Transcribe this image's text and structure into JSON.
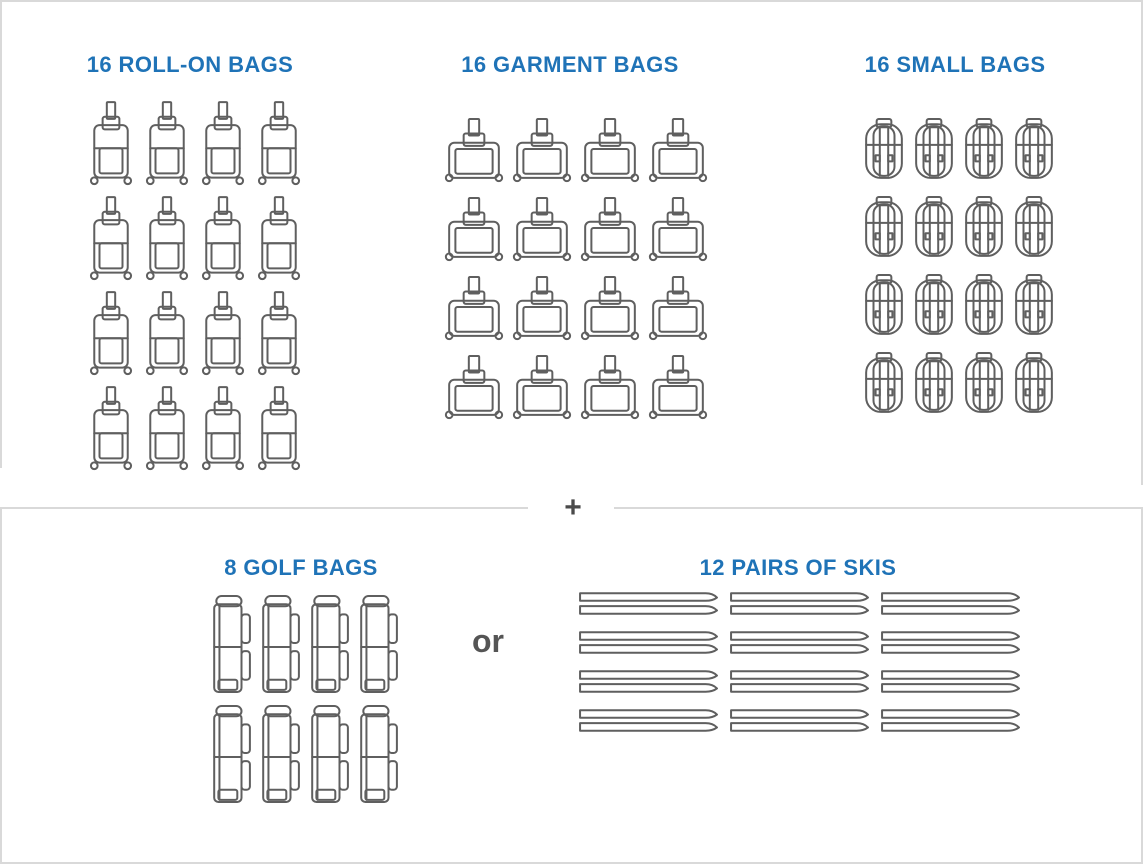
{
  "sections": {
    "rollon": {
      "title": "16 ROLL-ON BAGS",
      "count": 16,
      "icon": "roll-on-bag-icon"
    },
    "garment": {
      "title": "16 GARMENT BAGS",
      "count": 16,
      "icon": "garment-bag-icon"
    },
    "small": {
      "title": "16 SMALL BAGS",
      "count": 16,
      "icon": "backpack-icon"
    },
    "golf": {
      "title": "8 GOLF BAGS",
      "count": 8,
      "icon": "golf-bag-icon"
    },
    "skis": {
      "title": "12 PAIRS OF SKIS",
      "count": 12,
      "icon": "ski-pair-icon"
    }
  },
  "plus": "+",
  "or": "or",
  "colors": {
    "title": "#1f73b7",
    "icon": "#5f5f5f",
    "divider": "#d9d9d9"
  }
}
